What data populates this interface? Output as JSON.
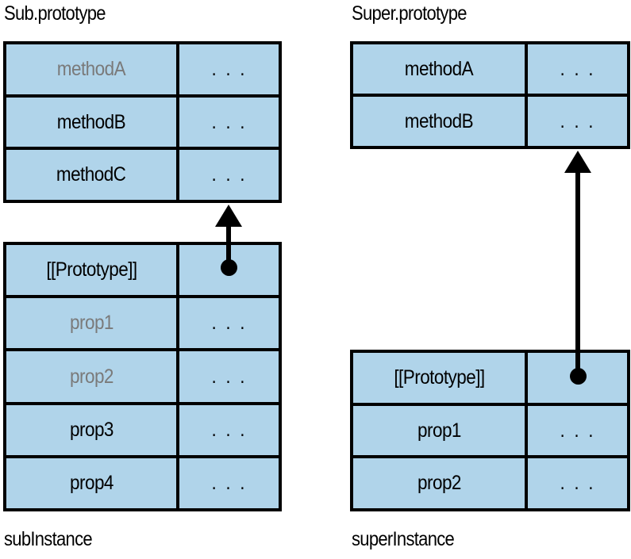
{
  "diagram": {
    "title_left": "Sub.prototype",
    "title_right": "Super.prototype",
    "label_left": "subInstance",
    "label_right": "superInstance",
    "ellipsis": ". . .",
    "colors": {
      "cell_fill": "#b0d4ea",
      "border": "#000000",
      "text": "#000000",
      "shadowed_text": "#7a7a7a",
      "background": "#ffffff"
    },
    "tables": {
      "sub_prototype": {
        "caption": "Sub.prototype",
        "rows": [
          {
            "key": "methodA",
            "value": ". . .",
            "shadowed": true
          },
          {
            "key": "methodB",
            "value": ". . .",
            "shadowed": false
          },
          {
            "key": "methodC",
            "value": ". . .",
            "shadowed": false
          }
        ]
      },
      "sub_instance": {
        "caption": "subInstance",
        "rows": [
          {
            "key": "[[Prototype]]",
            "value": "",
            "shadowed": false
          },
          {
            "key": "prop1",
            "value": ". . .",
            "shadowed": true
          },
          {
            "key": "prop2",
            "value": ". . .",
            "shadowed": true
          },
          {
            "key": "prop3",
            "value": ". . .",
            "shadowed": false
          },
          {
            "key": "prop4",
            "value": ". . .",
            "shadowed": false
          }
        ]
      },
      "super_prototype": {
        "caption": "Super.prototype",
        "rows": [
          {
            "key": "methodA",
            "value": ". . .",
            "shadowed": false
          },
          {
            "key": "methodB",
            "value": ". . .",
            "shadowed": false
          }
        ]
      },
      "super_instance": {
        "caption": "superInstance",
        "rows": [
          {
            "key": "[[Prototype]]",
            "value": "",
            "shadowed": false
          },
          {
            "key": "prop1",
            "value": ". . .",
            "shadowed": false
          },
          {
            "key": "prop2",
            "value": ". . .",
            "shadowed": false
          }
        ]
      }
    },
    "links": [
      {
        "from": "sub_instance.[[Prototype]]",
        "to": "sub_prototype"
      },
      {
        "from": "super_instance.[[Prototype]]",
        "to": "super_prototype"
      }
    ]
  }
}
